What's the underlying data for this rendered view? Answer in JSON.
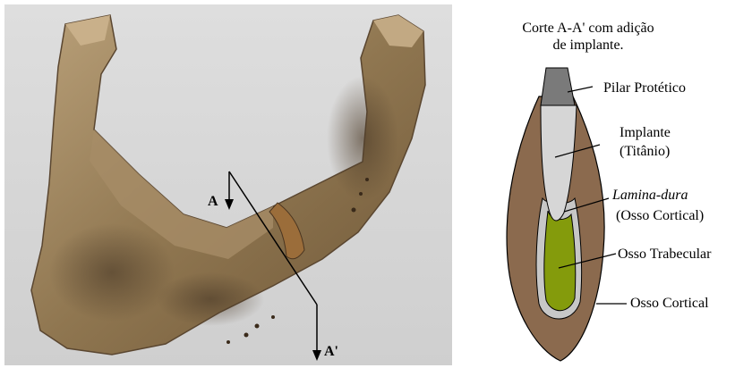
{
  "photo": {
    "marker_start": "A",
    "marker_end": "A'"
  },
  "diagram": {
    "title_line1": "Corte A-A' com adição",
    "title_line2": "de implante.",
    "labels": {
      "pilar": "Pilar Protético",
      "implante_line1": "Implante",
      "implante_line2": "(Titânio)",
      "lamina_line1": "Lamina-dura",
      "lamina_line2": "(Osso Cortical)",
      "trabecular": "Osso Trabecular",
      "cortical": "Osso Cortical"
    },
    "colors": {
      "cortical_bone": "#8b6a4e",
      "trabecular_bone": "#849b0c",
      "implant": "#d6d6d6",
      "abutment": "#7a7a7a",
      "lamina_dura": "#c7c7c7"
    }
  }
}
